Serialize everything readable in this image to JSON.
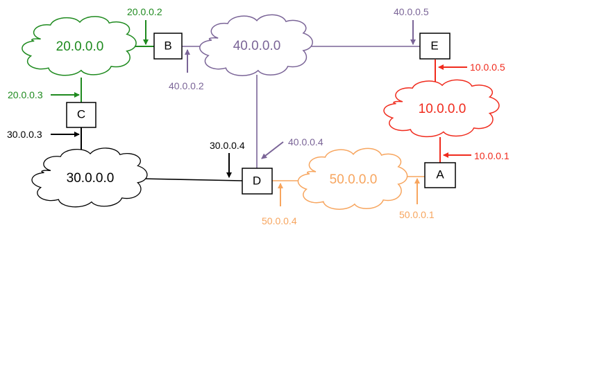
{
  "colors": {
    "green": "#1e8a1e",
    "purple": "#7a6497",
    "red": "#f02a1c",
    "orange": "#f7a55e",
    "black": "#000000"
  },
  "networks": {
    "n20": {
      "label": "20.0.0.0",
      "color": "#1e8a1e"
    },
    "n40": {
      "label": "40.0.0.0",
      "color": "#7a6497"
    },
    "n10": {
      "label": "10.0.0.0",
      "color": "#f02a1c"
    },
    "n30": {
      "label": "30.0.0.0",
      "color": "#000000"
    },
    "n50": {
      "label": "50.0.0.0",
      "color": "#f7a55e"
    }
  },
  "routers": {
    "A": {
      "label": "A"
    },
    "B": {
      "label": "B"
    },
    "C": {
      "label": "C"
    },
    "D": {
      "label": "D"
    },
    "E": {
      "label": "E"
    }
  },
  "interfaces": {
    "b20": {
      "label": "20.0.0.2",
      "color": "#1e8a1e"
    },
    "b40": {
      "label": "40.0.0.2",
      "color": "#7a6497"
    },
    "c20": {
      "label": "20.0.0.3",
      "color": "#1e8a1e"
    },
    "c30": {
      "label": "30.0.0.3",
      "color": "#000000"
    },
    "d30": {
      "label": "30.0.0.4",
      "color": "#000000"
    },
    "d40": {
      "label": "40.0.0.4",
      "color": "#7a6497"
    },
    "d50": {
      "label": "50.0.0.4",
      "color": "#f7a55e"
    },
    "e40": {
      "label": "40.0.0.5",
      "color": "#7a6497"
    },
    "e10": {
      "label": "10.0.0.5",
      "color": "#f02a1c"
    },
    "a10": {
      "label": "10.0.0.1",
      "color": "#f02a1c"
    },
    "a50": {
      "label": "50.0.0.1",
      "color": "#f7a55e"
    }
  }
}
